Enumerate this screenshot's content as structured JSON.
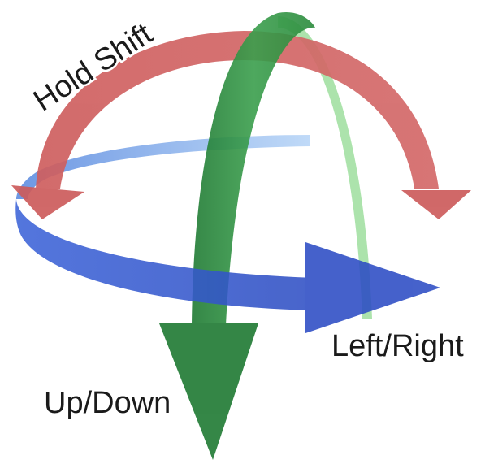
{
  "labels": {
    "red_arrow": "Hold Shift",
    "blue_arrow": "Left/Right",
    "green_arrow": "Up/Down"
  },
  "colors": {
    "red": "#cd5c5c",
    "blue": "#3a5fd0",
    "blue_light": "#a9c9f2",
    "green": "#2e8b3e",
    "green_light": "#a8e2a8",
    "text": "#1a1a1a",
    "background": "#ffffff"
  },
  "icons": {
    "red_arrow": "curved-arrow-down-both-ends",
    "blue_arrow": "curved-arrow-right",
    "green_arrow": "curved-arrow-down"
  }
}
